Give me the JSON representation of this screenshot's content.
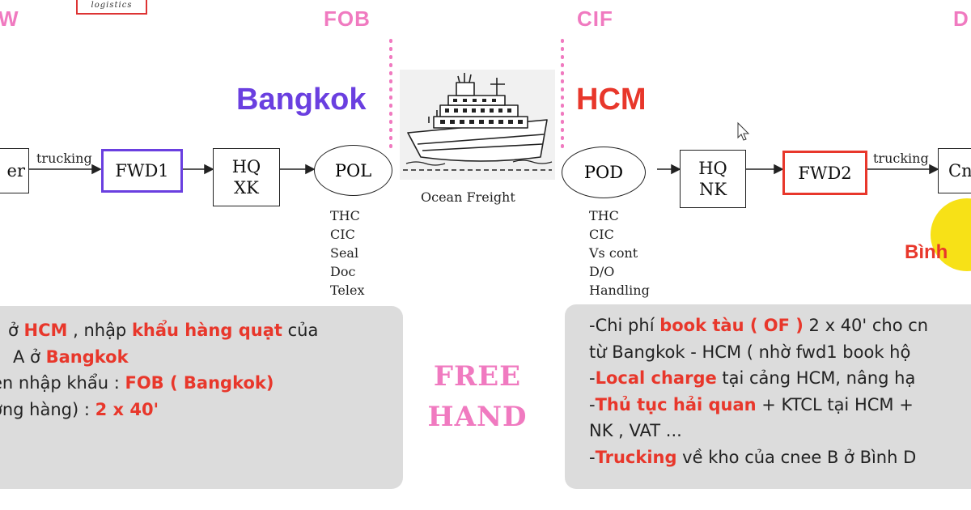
{
  "terms": {
    "left_partial": "W",
    "fob": "FOB",
    "cif": "CIF",
    "right_partial": "D"
  },
  "logo": {
    "text": "logistics"
  },
  "cities": {
    "origin": "Bangkok",
    "destination": "HCM",
    "right_label": "Bình"
  },
  "flow": {
    "shipper_partial": "er",
    "trucking_left": "trucking",
    "fwd1": "FWD1",
    "hq_xk_line1": "HQ",
    "hq_xk_line2": "XK",
    "pol": "POL",
    "ocean_freight": "Ocean Freight",
    "pod": "POD",
    "hq_nk_line1": "HQ",
    "hq_nk_line2": "NK",
    "fwd2": "FWD2",
    "trucking_right": "trucking",
    "cnee_partial": "Cn"
  },
  "pol_charges": [
    "THC",
    "CIC",
    "Seal",
    "Doc",
    "Telex"
  ],
  "pod_charges": [
    "THC",
    "CIC",
    "Vs cont",
    "D/O",
    "Handling"
  ],
  "center_label": {
    "line1": "FREE",
    "line2": "HAND"
  },
  "left_panel": {
    "l1_a": "ở ",
    "l1_b": "HCM",
    "l1_c": " , nhập ",
    "l1_d": "khẩu hàng quạt",
    "l1_e": " của",
    "l2_a": "A ở ",
    "l2_b": "Bangkok",
    "l3_a": "ện nhập khẩu : ",
    "l3_b": "FOB ( Bangkok)",
    "l4_a": "ợng hàng) : ",
    "l4_b": "2 x 40'"
  },
  "right_panel": {
    "l1_a": "-Chi phí ",
    "l1_b": "book tàu ( OF )",
    "l1_c": " 2 x 40' cho cn",
    "l2": "từ Bangkok - HCM ( nhờ fwd1 book hộ",
    "l3_a": "-",
    "l3_b": "Local charge",
    "l3_c": " tại cảng HCM, nâng hạ",
    "l4_a": "-",
    "l4_b": "Thủ tục hải quan",
    "l4_c": " + KTCL tại HCM +",
    "l5": "NK , VAT ...",
    "l6_a": "-",
    "l6_b": "Trucking",
    "l6_c": " về kho của cnee B ở Bình D"
  },
  "colors": {
    "term_pink": "#f07ac0",
    "purple": "#6a3fe0",
    "red": "#e8372b",
    "panel_gray": "#dcdcdc",
    "highlight_yellow": "#f7e117"
  }
}
